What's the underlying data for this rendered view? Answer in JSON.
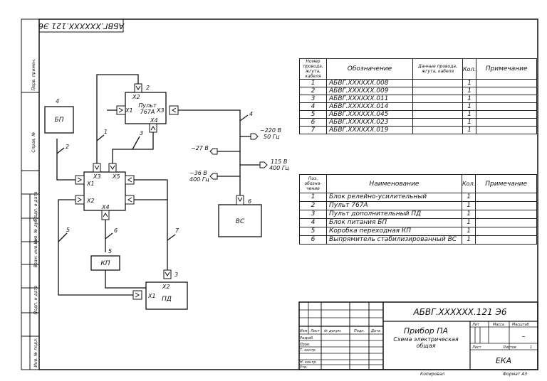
{
  "corner_code": "АБВГ.XXXXXX.121 Э6",
  "margin_stamps": [
    "Перв. примен.",
    "Справ. №",
    "Подп. и дата",
    "Инв. № дубл.",
    "Взам. инв. №",
    "Подп. и дата",
    "Инв. № подл."
  ],
  "diagram": {
    "blocks": {
      "bp": "БП",
      "remote": "Пульт\n767А",
      "kp": "КП",
      "pd": "ПД",
      "vs": "ВС"
    },
    "pins": {
      "remote_x1": "X1",
      "remote_x2": "X2",
      "remote_x3": "X3",
      "remote_x4": "X4",
      "main_x1": "X1",
      "main_x2": "X2",
      "main_x3": "X3",
      "main_x4": "X4",
      "main_x5": "X5",
      "pd_x1": "X1",
      "pd_x2": "X2"
    },
    "refs": {
      "r1": "1",
      "r2": "2",
      "r3": "3",
      "r4": "4",
      "r5": "5",
      "r6": "6",
      "r7": "7",
      "bp_pos": "4",
      "remote_pos": "2",
      "kp_pos": "5",
      "pd_pos": "3",
      "vs_pos": "6"
    },
    "supplies": {
      "ac220": "~220 В\n50 Гц",
      "dc27": "−27 В",
      "ac115": "115 В\n400 Гц",
      "ac36": "~36 В\n400 Гц"
    }
  },
  "cable_table": {
    "headers": [
      "Номер провода, жгута, кабеля",
      "Обозначение",
      "Данные провода, жгута, кабеля",
      "Кол.",
      "Примечание"
    ],
    "rows": [
      {
        "n": "1",
        "designation": "АБВГ.XXXXXX.008",
        "qty": "1"
      },
      {
        "n": "2",
        "designation": "АБВГ.XXXXXX.009",
        "qty": "1"
      },
      {
        "n": "3",
        "designation": "АБВГ.XXXXXX.011",
        "qty": "1"
      },
      {
        "n": "4",
        "designation": "АБВГ.XXXXXX.014",
        "qty": "1"
      },
      {
        "n": "5",
        "designation": "АБВГ.XXXXXX.045",
        "qty": "1"
      },
      {
        "n": "6",
        "designation": "АБВГ.XXXXXX.023",
        "qty": "1"
      },
      {
        "n": "7",
        "designation": "АБВГ.XXXXXX.019",
        "qty": "1"
      }
    ]
  },
  "element_table": {
    "headers": [
      "Поз. обозна-чение",
      "Наименование",
      "Кол.",
      "Примечание"
    ],
    "rows": [
      {
        "n": "1",
        "name": "Блок релейно-усилительный",
        "qty": "1"
      },
      {
        "n": "2",
        "name": "Пульт 767А",
        "qty": "1"
      },
      {
        "n": "3",
        "name": "Пульт дополнительный ПД",
        "qty": "1"
      },
      {
        "n": "4",
        "name": "Блок питания БП",
        "qty": "1"
      },
      {
        "n": "5",
        "name": "Коробка переходная КП",
        "qty": "1"
      },
      {
        "n": "6",
        "name": "Выпрямитель стабилизированный ВС",
        "qty": "1"
      }
    ]
  },
  "title_block": {
    "code": "АБВГ.XXXXXX.121 Э6",
    "product": "Прибор ПА",
    "doc_title": "Схема электрическая общая",
    "col_headers": [
      "Изм",
      "Лист",
      "№ докум.",
      "Подп.",
      "Дата"
    ],
    "roles": [
      "Разраб.",
      "Пров.",
      "Т. контр.",
      "Н. контр.",
      "Утв."
    ],
    "lit": "Лит",
    "mass": "Масса",
    "scale": "Масштаб",
    "scale_value": "–",
    "sheet": "Лист",
    "sheets": "Листов",
    "sheets_value": "1",
    "org": "ЕКА",
    "copied": "Копировал",
    "format": "Формат А3"
  }
}
